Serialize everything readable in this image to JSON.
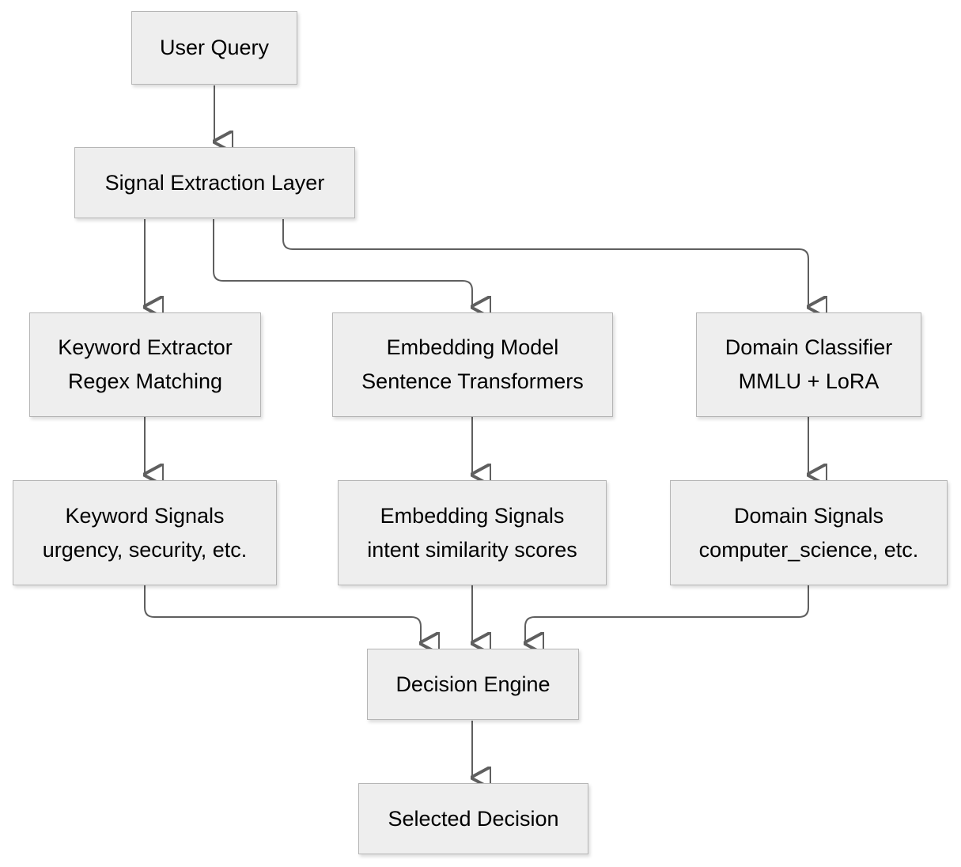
{
  "diagram": {
    "type": "flowchart",
    "background": "#ffffff",
    "colors": {
      "node_fill": "#eeeeee",
      "node_border": "#b5b5b5",
      "edge": "#5f5f5f",
      "text": "#000000"
    },
    "nodes": {
      "user_query": {
        "lines": [
          "User Query"
        ]
      },
      "signal_extraction": {
        "lines": [
          "Signal Extraction Layer"
        ]
      },
      "keyword_extractor": {
        "lines": [
          "Keyword Extractor",
          "Regex Matching"
        ]
      },
      "embedding_model": {
        "lines": [
          "Embedding Model",
          "Sentence Transformers"
        ]
      },
      "domain_classifier": {
        "lines": [
          "Domain Classifier",
          "MMLU + LoRA"
        ]
      },
      "keyword_signals": {
        "lines": [
          "Keyword Signals",
          "urgency, security, etc."
        ]
      },
      "embedding_signals": {
        "lines": [
          "Embedding Signals",
          "intent similarity scores"
        ]
      },
      "domain_signals": {
        "lines": [
          "Domain Signals",
          "computer_science, etc."
        ]
      },
      "decision_engine": {
        "lines": [
          "Decision Engine"
        ]
      },
      "selected_decision": {
        "lines": [
          "Selected Decision"
        ]
      }
    },
    "edges": [
      {
        "from": "user_query",
        "to": "signal_extraction"
      },
      {
        "from": "signal_extraction",
        "to": "keyword_extractor"
      },
      {
        "from": "signal_extraction",
        "to": "embedding_model"
      },
      {
        "from": "signal_extraction",
        "to": "domain_classifier"
      },
      {
        "from": "keyword_extractor",
        "to": "keyword_signals"
      },
      {
        "from": "embedding_model",
        "to": "embedding_signals"
      },
      {
        "from": "domain_classifier",
        "to": "domain_signals"
      },
      {
        "from": "keyword_signals",
        "to": "decision_engine"
      },
      {
        "from": "embedding_signals",
        "to": "decision_engine"
      },
      {
        "from": "domain_signals",
        "to": "decision_engine"
      },
      {
        "from": "decision_engine",
        "to": "selected_decision"
      }
    ]
  }
}
